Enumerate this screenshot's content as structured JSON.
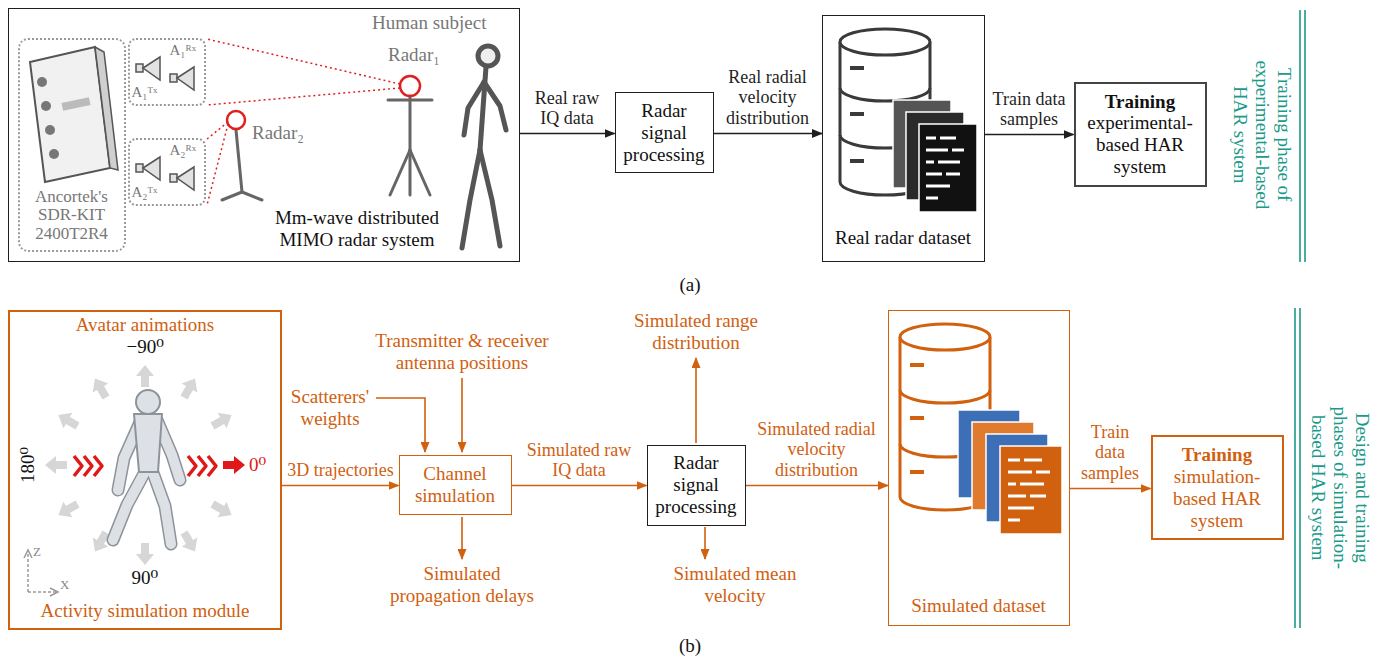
{
  "diagram": {
    "nodes": [
      {
        "text": [
          "Mm-wave distributed MIMO radar system"
        ]
      },
      {
        "text": [
          "Ancortek's SDR-KIT 2400T2R4"
        ],
        "in": 0
      },
      {
        "text": [
          "A₁ᴿˣ",
          "A₁ᵀˣ"
        ],
        "in": 0
      },
      {
        "text": [
          "A₂ᴿˣ",
          "A₂ᵀˣ"
        ],
        "in": 0
      },
      {
        "text": [
          "Radar signal processing"
        ]
      },
      {
        "text": [
          "Real radar dataset"
        ]
      },
      {
        "text": [
          "Training",
          "experimental-based HAR system"
        ]
      },
      {
        "text": [
          "Avatar animations",
          "Activity simulation module"
        ]
      },
      {
        "text": [
          "Channel simulation"
        ]
      },
      {
        "text": [
          "Radar signal processing"
        ]
      },
      {
        "text": [
          "Simulated dataset"
        ]
      },
      {
        "text": [
          "Training",
          "simulation-based HAR system"
        ]
      }
    ],
    "edges": [
      {
        "from": 0,
        "to": 4,
        "arrow": "to",
        "label": "Real raw IQ data"
      },
      {
        "from": 4,
        "to": 5,
        "arrow": "to",
        "label": "Real radial velocity distribution"
      },
      {
        "from": 5,
        "to": 6,
        "arrow": "to",
        "label": "Train data samples"
      },
      {
        "from": 7,
        "to": 8,
        "arrow": "to",
        "label": "3D trajectories"
      },
      {
        "from": 8,
        "to": 9,
        "arrow": "to",
        "label": "Simulated raw IQ data"
      },
      {
        "from": 9,
        "to": 10,
        "arrow": "to",
        "label": "Simulated radial velocity distribution"
      },
      {
        "from": 10,
        "to": 11,
        "arrow": "to",
        "label": "Train data samples"
      }
    ],
    "labels": [
      "Human subject",
      "Radar₁",
      "Radar₂",
      "Training phase of experimental-based HAR system",
      "(a)",
      "−90⁰",
      "180⁰",
      "0⁰",
      "90⁰",
      "Z",
      "X",
      "Scatterers' weights",
      "Transmitter & receiver antenna positions",
      "Simulated propagation delays",
      "Simulated range distribution",
      "Simulated mean velocity",
      "Design and training phases of simulation-based HAR system",
      "(b)"
    ]
  }
}
